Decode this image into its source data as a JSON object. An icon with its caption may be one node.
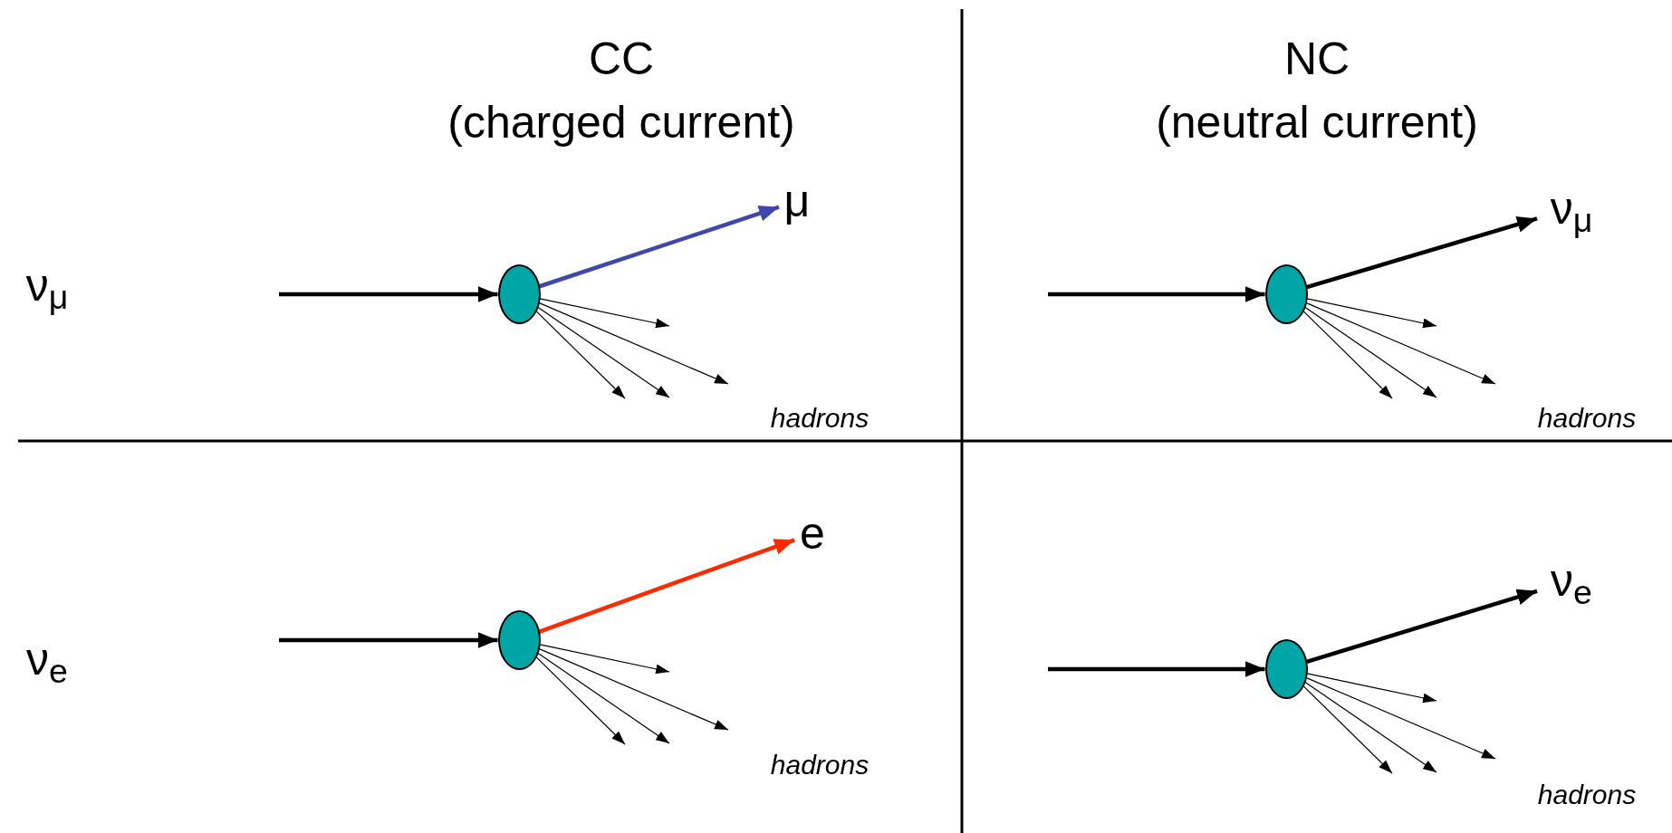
{
  "diagram": {
    "nodes": [
      {
        "text": [],
        "shape": "circle"
      },
      {
        "text": [
          "μ"
        ]
      },
      {
        "text": [],
        "shape": "circle"
      },
      {
        "text": [
          "ν$_{μ}$"
        ]
      },
      {
        "text": [],
        "shape": "circle"
      },
      {
        "text": [
          "e"
        ]
      },
      {
        "text": [],
        "shape": "circle"
      },
      {
        "text": [
          "ν$_{e}$"
        ]
      }
    ],
    "edges": [
      {
        "from": null,
        "to": 0,
        "arrow": "to",
        "style": "thick"
      },
      {
        "from": 0,
        "to": 1,
        "arrow": "to",
        "style": "thick",
        "color": "#3f48a8"
      },
      {
        "from": 0,
        "to": null,
        "arrow": "to"
      },
      {
        "from": 0,
        "to": null,
        "arrow": "to"
      },
      {
        "from": 0,
        "to": null,
        "arrow": "to"
      },
      {
        "from": 0,
        "to": null,
        "arrow": "to"
      },
      {
        "from": null,
        "to": 2,
        "arrow": "to",
        "style": "thick"
      },
      {
        "from": 2,
        "to": 3,
        "arrow": "to",
        "style": "thick"
      },
      {
        "from": 2,
        "to": null,
        "arrow": "to"
      },
      {
        "from": 2,
        "to": null,
        "arrow": "to"
      },
      {
        "from": 2,
        "to": null,
        "arrow": "to"
      },
      {
        "from": 2,
        "to": null,
        "arrow": "to"
      },
      {
        "from": null,
        "to": 4,
        "arrow": "to",
        "style": "thick"
      },
      {
        "from": 4,
        "to": 5,
        "arrow": "to",
        "style": "thick",
        "color": "#ff2a00"
      },
      {
        "from": 4,
        "to": null,
        "arrow": "to"
      },
      {
        "from": 4,
        "to": null,
        "arrow": "to"
      },
      {
        "from": 4,
        "to": null,
        "arrow": "to"
      },
      {
        "from": 4,
        "to": null,
        "arrow": "to"
      },
      {
        "from": null,
        "to": 6,
        "arrow": "to",
        "style": "thick"
      },
      {
        "from": 6,
        "to": 7,
        "arrow": "to",
        "style": "thick"
      },
      {
        "from": 6,
        "to": null,
        "arrow": "to"
      },
      {
        "from": 6,
        "to": null,
        "arrow": "to"
      },
      {
        "from": 6,
        "to": null,
        "arrow": "to"
      },
      {
        "from": 6,
        "to": null,
        "arrow": "to"
      }
    ],
    "labels": [
      "CC",
      "(charged current)",
      "NC",
      "(neutral current)",
      "ν$_{μ}$",
      "hadrons",
      "hadrons",
      "ν$_{e}$",
      "hadrons",
      "hadrons"
    ]
  }
}
